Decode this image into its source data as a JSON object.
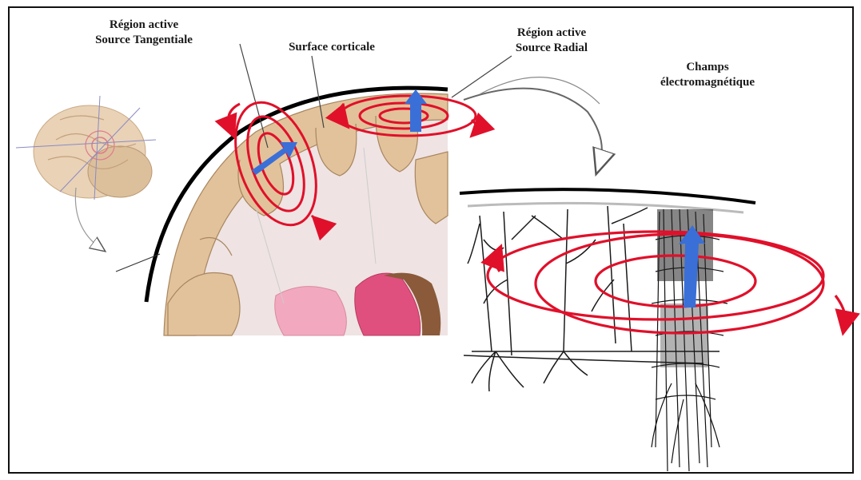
{
  "labels": {
    "tangential_line1": "Région active",
    "tangential_line2": "Source Tangentiale",
    "surface": "Surface corticale",
    "radial_line1": "Région active",
    "radial_line2": "Source Radial",
    "champs_line1": "Champs",
    "champs_line2": "électromagnétique"
  },
  "colors": {
    "field_lines": "#e0102a",
    "dipole_arrow": "#3a6fd8",
    "cortex_gray": "#e2c29a",
    "white_matter": "#efe3e3",
    "skull": "#000000"
  }
}
